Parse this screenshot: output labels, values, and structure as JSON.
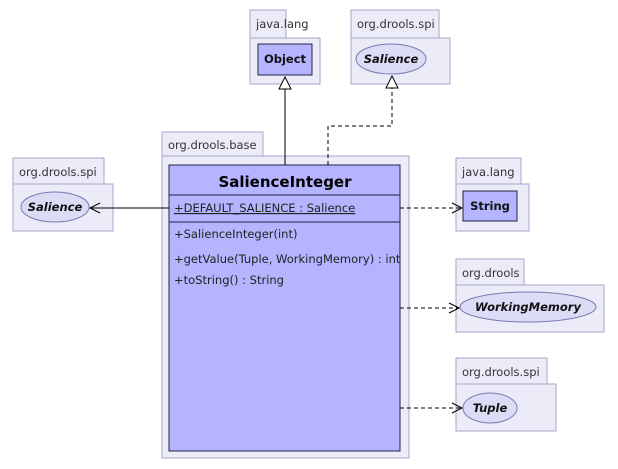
{
  "packages": {
    "java_lang_top": "java.lang",
    "drools_spi_top": "org.drools.spi",
    "drools_base": "org.drools.base",
    "drools_spi_left": "org.drools.spi",
    "java_lang_right": "java.lang",
    "drools": "org.drools",
    "drools_spi_bottom": "org.drools.spi"
  },
  "classes": {
    "object": "Object",
    "salience_top": "Salience",
    "salience_left": "Salience",
    "string": "String",
    "working_memory": "WorkingMemory",
    "tuple": "Tuple"
  },
  "main_class": {
    "name": "SalienceInteger",
    "attribute": "+DEFAULT_SALIENCE : Salience",
    "operations": [
      "+SalienceInteger(int)",
      "+getValue(Tuple, WorkingMemory) : int",
      "+toString() : String"
    ]
  },
  "colors": {
    "class_fill": "#b4b4ff",
    "package_fill": "#ececf9",
    "interface_fill": "#dcdcf6"
  }
}
